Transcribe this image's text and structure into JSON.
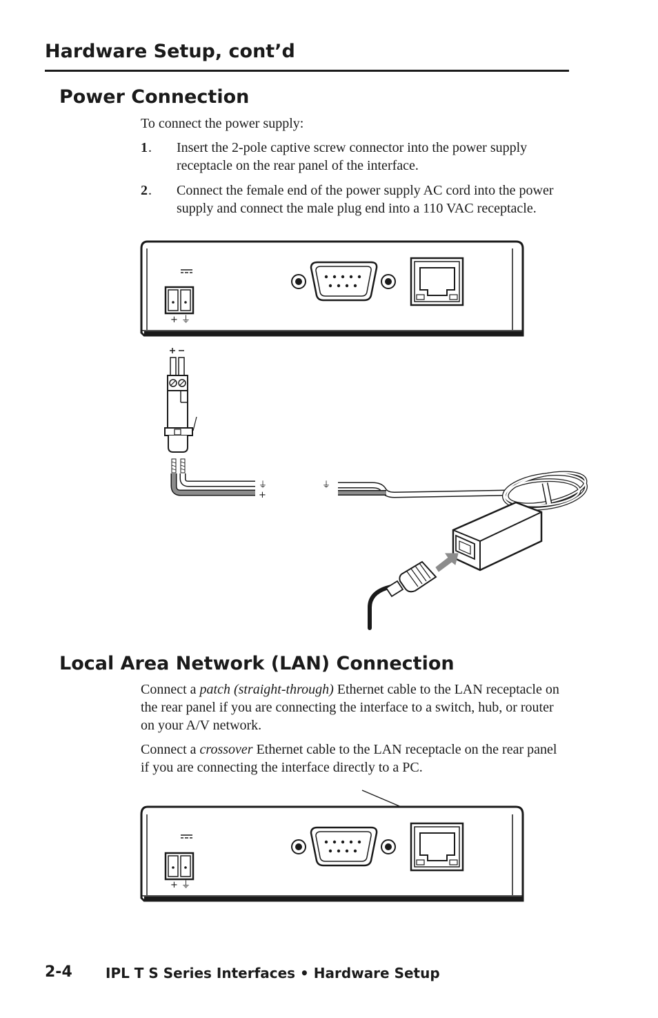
{
  "header": {
    "title": "Hardware Setup, cont’d"
  },
  "power": {
    "title": "Power Connection",
    "intro": "To connect the power supply:",
    "steps": [
      {
        "num": "1",
        "text": "Insert the 2-pole captive screw connector into the power supply receptacle on the rear panel of the interface."
      },
      {
        "num": "2",
        "text": "Connect the female end of the power supply AC cord into the power supply and connect the male plug end into a 110 VAC receptacle."
      }
    ]
  },
  "lan": {
    "title": "Local Area Network (LAN) Connection",
    "p1": {
      "a": "Connect a ",
      "em": "patch (straight-through)",
      "b": " Ethernet cable to the LAN receptacle on the rear panel if you are connecting the interface to a switch, hub, or router on your A/V network."
    },
    "p2": {
      "a": "Connect a ",
      "em": "crossover",
      "b": " Ethernet cable to the LAN receptacle on the rear panel if you are connecting the interface directly to a PC."
    }
  },
  "figure": {
    "plus_sign": "+",
    "minus_sign": "−",
    "ground_sign": "⏚"
  },
  "footer": {
    "page": "2-4",
    "title": "IPL T S Series Interfaces • Hardware Setup"
  }
}
